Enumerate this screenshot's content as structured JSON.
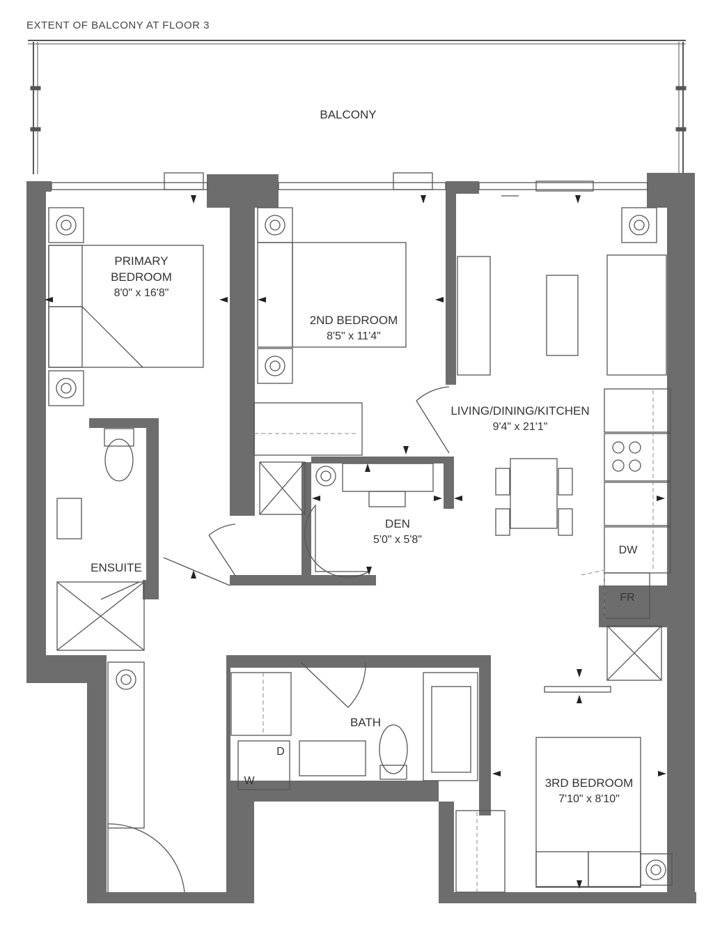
{
  "header": {
    "balcony_extent": "EXTENT OF BALCONY AT FLOOR 3"
  },
  "colors": {
    "wall": "#6d6d6d",
    "line": "#555555",
    "text": "#333333",
    "dash": "#888888"
  },
  "rooms": {
    "balcony": {
      "name": "BALCONY"
    },
    "primary": {
      "name1": "PRIMARY",
      "name2": "BEDROOM",
      "dims": "8'0\" x 16'8\""
    },
    "second": {
      "name": "2ND BEDROOM",
      "dims": "8'5\" x 11'4\""
    },
    "living": {
      "name": "LIVING/DINING/KITCHEN",
      "dims": "9'4\" x 21'1\""
    },
    "den": {
      "name": "DEN",
      "dims": "5'0\" x 5'8\""
    },
    "ensuite": {
      "name": "ENSUITE"
    },
    "bath": {
      "name": "BATH"
    },
    "third": {
      "name": "3RD BEDROOM",
      "dims": "7'10\" x 8'10\""
    }
  },
  "appliances": {
    "dishwasher": "DW",
    "fridge": "FR",
    "dryer": "D",
    "washer": "W"
  }
}
